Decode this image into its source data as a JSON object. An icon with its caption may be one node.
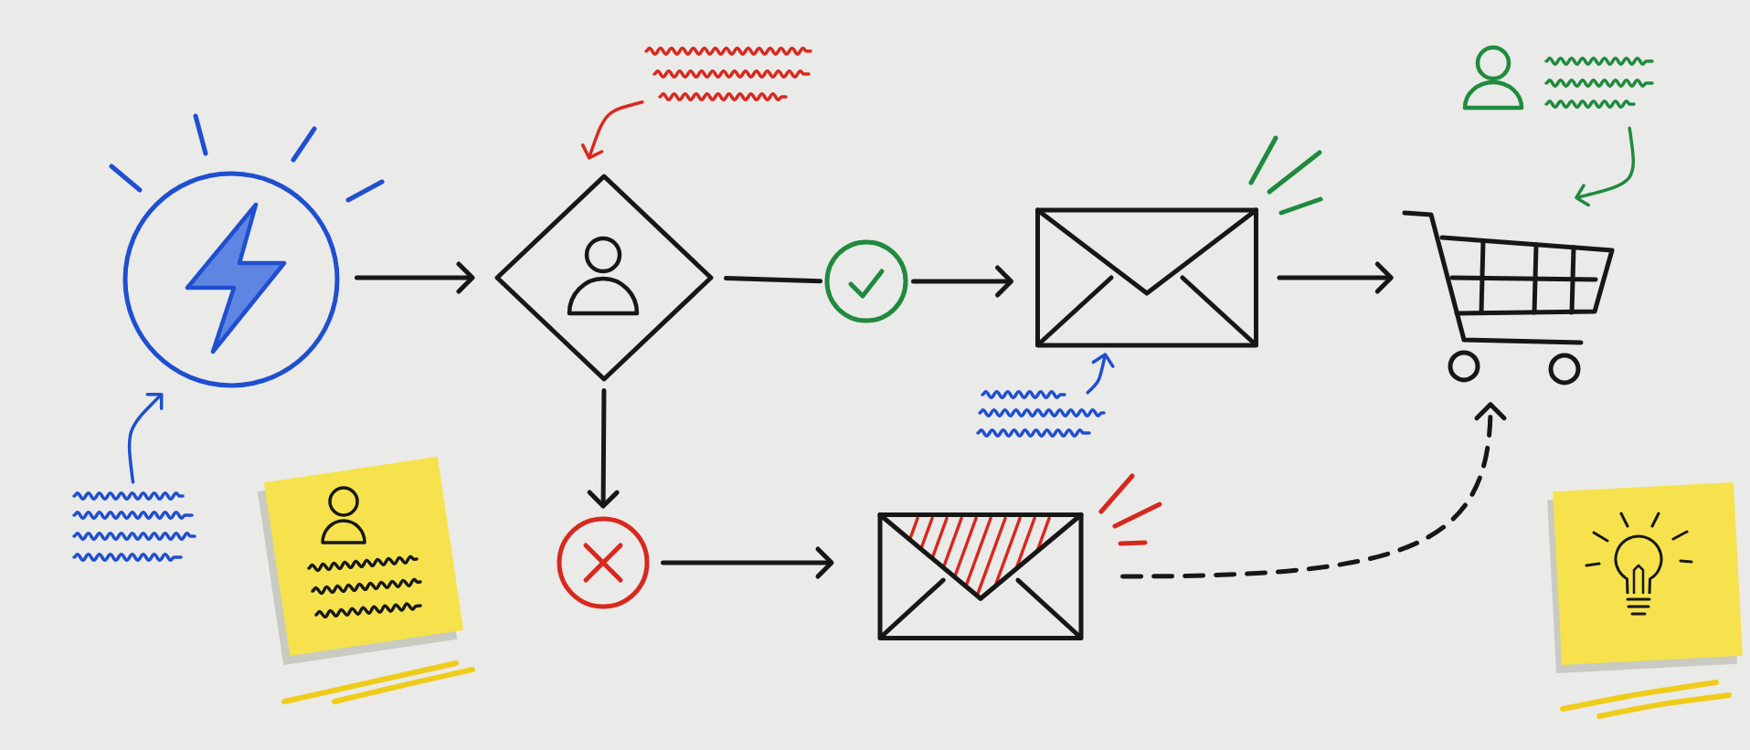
{
  "diagram": {
    "nodes": [
      {
        "text": [],
        "shape": "circle"
      },
      {
        "text": [],
        "shape": "diamond"
      },
      {
        "text": [],
        "shape": "circle"
      },
      {
        "text": [],
        "shape": "envelope"
      },
      {
        "text": [],
        "shape": "cart"
      },
      {
        "text": [],
        "shape": "circle"
      },
      {
        "text": [],
        "shape": "envelope"
      },
      {
        "text": [],
        "shape": "scribble"
      },
      {
        "text": [],
        "shape": "person"
      },
      {
        "text": [],
        "shape": "scribble"
      },
      {
        "text": [],
        "shape": "scribble"
      },
      {
        "text": [],
        "shape": "scribble"
      },
      {
        "text": [],
        "shape": "note"
      },
      {
        "text": [],
        "shape": "note"
      }
    ],
    "edges": [
      {
        "from": 0,
        "to": 1,
        "arrow": "to"
      },
      {
        "from": 1,
        "to": 2,
        "arrow": "none"
      },
      {
        "from": 2,
        "to": 3,
        "arrow": "to"
      },
      {
        "from": 3,
        "to": 4,
        "arrow": "to"
      },
      {
        "from": 1,
        "to": 5,
        "arrow": "to"
      },
      {
        "from": 5,
        "to": 6,
        "arrow": "to"
      },
      {
        "from": 6,
        "to": 4,
        "arrow": "to",
        "style": "dashed"
      },
      {
        "from": 7,
        "to": 1,
        "arrow": "to",
        "color": "#d8281e"
      },
      {
        "from": 9,
        "to": 4,
        "arrow": "to",
        "color": "#1f8a3e"
      },
      {
        "from": 10,
        "to": 3,
        "arrow": "to",
        "color": "#1f4fd0"
      },
      {
        "from": 11,
        "to": 0,
        "arrow": "to",
        "color": "#1f4fd0"
      }
    ]
  }
}
